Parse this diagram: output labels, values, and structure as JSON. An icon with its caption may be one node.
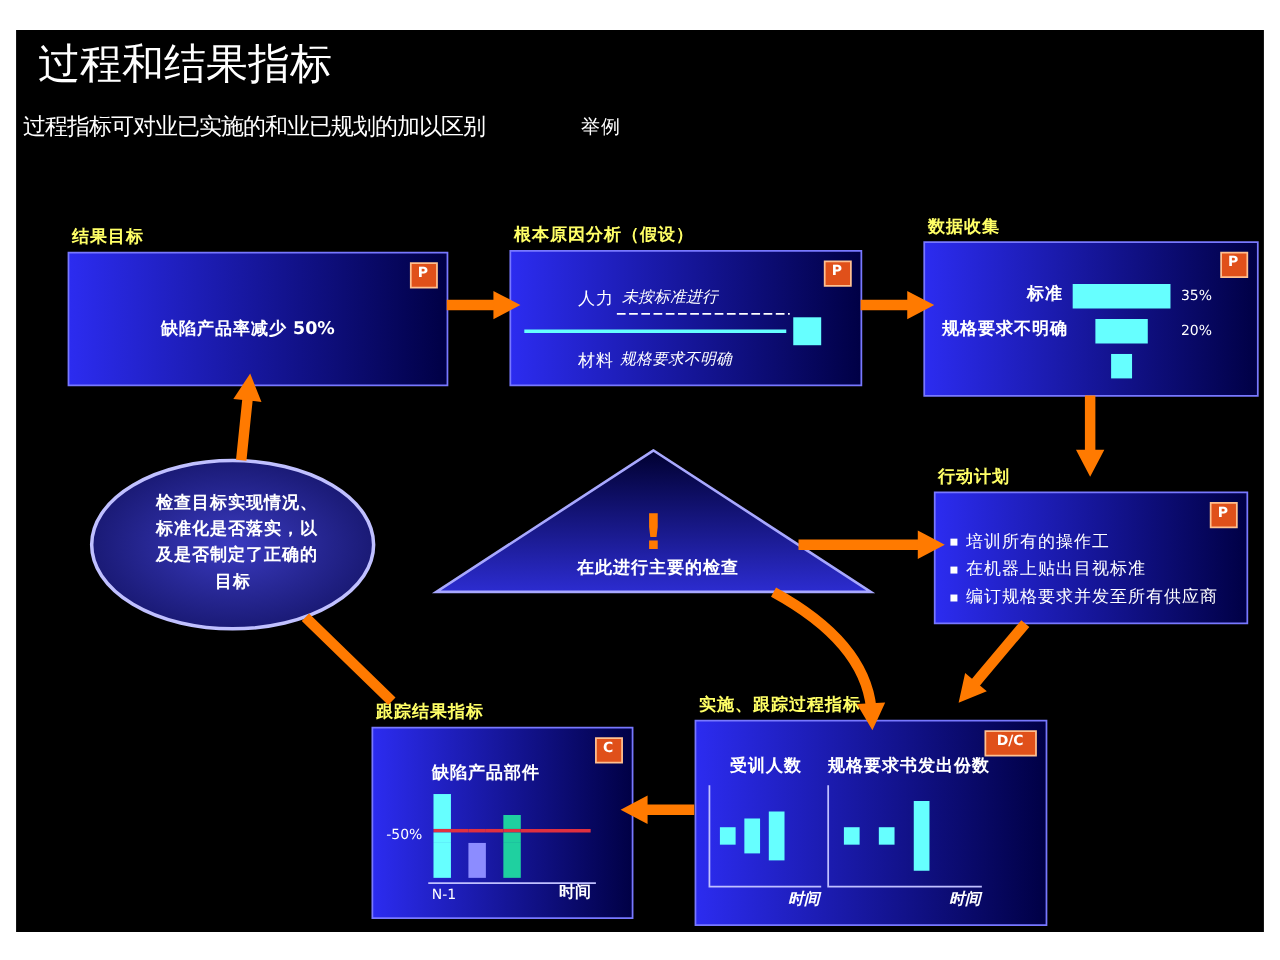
{
  "diagram": {
    "title": "过程和结果指标",
    "nodes": [
      {
        "text": [
          "结果目标",
          "P",
          "缺陷产品率减少 50%"
        ]
      },
      {
        "text": [
          "根本原因分析（假设）",
          "P",
          "人力",
          "未按标准进行",
          "材料",
          "规格要求不明确"
        ]
      },
      {
        "text": [
          "数据收集",
          "P",
          "标准",
          "35%",
          "规格要求不明确",
          "20%"
        ]
      },
      {
        "text": [
          "行动计划",
          "P",
          "培训所有的操作工",
          "在机器上贴出目视标准",
          "编订规格要求并发至所有供应商"
        ]
      },
      {
        "text": [
          "检查目标实现情况、标准化是否落实，以及是否制定了正确的目标"
        ]
      },
      {
        "text": [
          "!",
          "在此进行主要的检查"
        ]
      },
      {
        "text": [
          "跟踪结果指标",
          "C",
          "缺陷产品部件",
          "-50%",
          "N-1",
          "时间"
        ]
      },
      {
        "text": [
          "实施、跟踪过程指标",
          "D/C",
          "受训人数",
          "规格要求书发出份数",
          "时间",
          "时间"
        ]
      }
    ],
    "edges": [
      {
        "from": 0,
        "to": 1,
        "arrow": "to"
      },
      {
        "from": 1,
        "to": 2,
        "arrow": "to"
      },
      {
        "from": 2,
        "to": 3,
        "arrow": "to"
      },
      {
        "from": 3,
        "to": 7,
        "arrow": "to"
      },
      {
        "from": 7,
        "to": 6,
        "arrow": "to"
      },
      {
        "from": 6,
        "to": 4,
        "arrow": "none"
      },
      {
        "from": 4,
        "to": 0,
        "arrow": "to"
      },
      {
        "from": 5,
        "to": 3,
        "arrow": "to"
      },
      {
        "from": 5,
        "to": 7,
        "arrow": "to"
      }
    ],
    "labels": [
      "过程指标可对业已实施的和业已规划的加以区别",
      "举例"
    ]
  }
}
